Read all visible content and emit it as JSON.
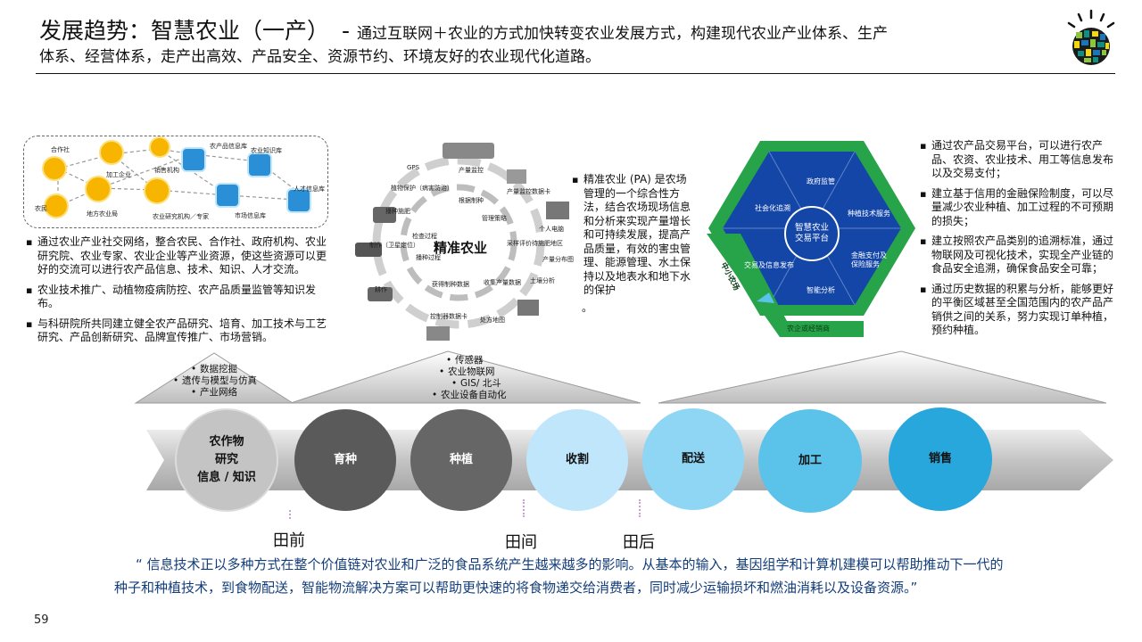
{
  "header": {
    "title": "发展趋势：智慧农业（一产）",
    "separator": "-",
    "subtitle_line1": "通过互联网＋农业的方式加快转变农业发展方式，构建现代农业产业体系、生产",
    "subtitle_line2": "体系、经营体系，走产出高效、产品安全、资源节约、环境友好的农业现代化道路。"
  },
  "social_network": {
    "nodes": [
      "合作社",
      "农民",
      "加工企业",
      "地方农业局",
      "农业研究机构／专家",
      "销售机构",
      "农产品信息库",
      "农业知识库",
      "人才信息库",
      "市场信息库"
    ]
  },
  "left_bullets": [
    "通过农业产业社交网络，整合农民、合作社、政府机构、农业研究院、农业专家、农业企业等产业资源，使这些资源可以更好的交流可以进行农产品信息、技术、知识、人才交流。",
    "农业技术推广、动植物疫病防控、农产品质量监管等知识发布。",
    "与科研院所共同建立健全农产品研究、培育、加工技术与工艺研究、产品创新研究、品牌宣传推广、市场营销。"
  ],
  "precision": {
    "center_label": "精准农业",
    "cycle_labels": [
      "产量监控",
      "产量监控数据卡",
      "个人电脑",
      "产量分布图",
      "土壤分析",
      "处方地图",
      "控制器数据卡",
      "耕作",
      "播种施肥",
      "植物保护（病害防治）",
      "GPS",
      "制作（卫星定位）",
      "检查过程",
      "根据制种",
      "管理策略",
      "采样评价待施肥地区",
      "收集产量数据",
      "获得制种数据",
      "播种过程"
    ],
    "description": "精准农业 (PA) 是农场管理的一个综合性方法，结合农场现场信息和分析来实现产量增长和可持续发展，提高产品质量，有效的害虫管理、能源管理、水土保持以及地表水和地下水的保护",
    "period": "。"
  },
  "platform": {
    "center": "智慧农业交易平台",
    "segments": [
      "政府监管",
      "种植技术服务",
      "金融支付及保险服务",
      "智能分析",
      "交易及信息发布",
      "社会化追溯"
    ],
    "side_left": "中小农场",
    "side_bottom": "农企或经销商"
  },
  "right_bullets": [
    "通过农产品交易平台，可以进行农产品、农资、农业技术、用工等信息发布以及交易支付；",
    "建立基于信用的金融保险制度，可以尽量减少农业种植、加工过程的不可预期的损失；",
    "建立按照农产品类别的追溯标准，通过物联网及可视化技术，实现全产业链的食品安全追溯，确保食品安全可靠；",
    "通过历史数据的积累与分析，能够更好的平衡区域甚至全国范围内的农产品产销供之间的关系，努力实现订单种植，预约种植。"
  ],
  "tech_left": [
    "数据挖掘",
    "遗传与模型与仿真",
    "产业网络"
  ],
  "tech_center": [
    "传感器",
    "农业物联网",
    "GIS/ 北斗",
    "农业设备自动化"
  ],
  "stages": [
    "农作物\n研究\n信息 / 知识",
    "育种",
    "种植",
    "收割",
    "配送",
    "加工",
    "销售"
  ],
  "fields": [
    "田前",
    "田间",
    "田后"
  ],
  "quote_line1": "“ 信息技术正以多种方式在整个价值链对农业和广泛的食品系统产生越来越多的影响。从基本的输入，基因组学和计算机建模可以帮助推动下一代的",
  "quote_line2": "种子和种植技术，到食物配送，智能物流解决方案可以帮助更快速的将食物递交给消费者，同时减少运输损坏和燃油消耗以及设备资源。”",
  "page_number": "59",
  "colors": {
    "dark_grey_stage": "#5a5a5a",
    "light_blue": "#bfe6fb",
    "mid_blue": "#5bc2ea",
    "deep_blue": "#27a7dc",
    "hex_green": "#27a349",
    "hex_blue": "#1446a8",
    "quote": "#123d7a"
  }
}
